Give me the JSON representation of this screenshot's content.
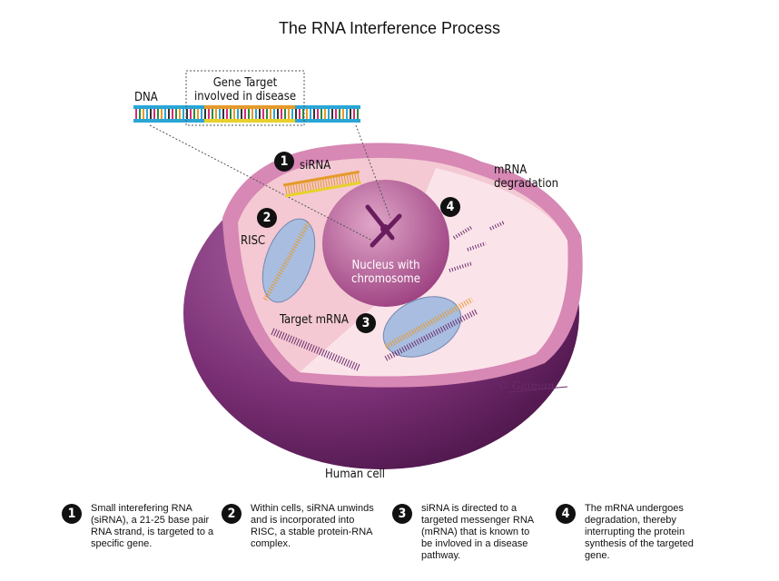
{
  "title": "The RNA Interference Process",
  "labels": {
    "dna": "DNA",
    "gene_target": "Gene Target\ninvolved in disease",
    "sirna": "siRNA",
    "risc": "RISC",
    "nucleus": "Nucleus with chromosome",
    "target_mrna": "Target mRNA",
    "mrna_degradation": "mRNA degradation",
    "human_cell": "Human cell",
    "signature": "© Gaiman"
  },
  "steps": [
    {
      "number": "1",
      "text": "Small interefering RNA (siRNA), a 21-25 base pair RNA strand, is targeted to a specific gene."
    },
    {
      "number": "2",
      "text": "Within cells, siRNA unwinds and is incorporated into RISC, a stable protein-RNA complex."
    },
    {
      "number": "3",
      "text": "siRNA is directed to a targeted messenger RNA (mRNA) that is known to be invloved in a disease pathway."
    },
    {
      "number": "4",
      "text": "The mRNA undergoes degradation, thereby interrupting the protein synthesis of the targeted gene."
    }
  ],
  "colors": {
    "cell_outer": "#6b2a6e",
    "cell_face": "#f4c9d3",
    "nucleus": "#b0508e",
    "risc": "#a9bde0",
    "sirna": "#e59a2a",
    "mrna": "#6a2c6a"
  }
}
